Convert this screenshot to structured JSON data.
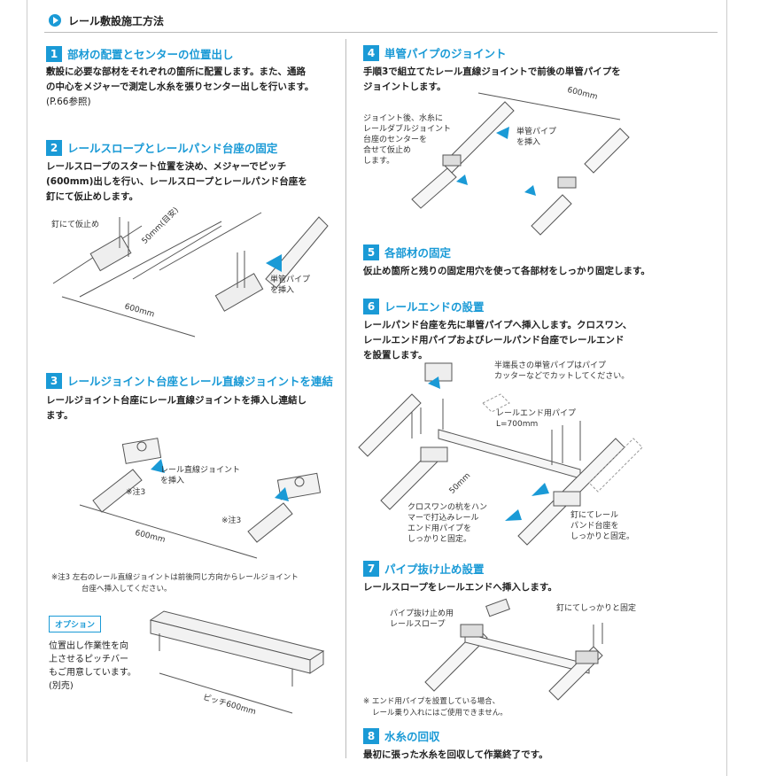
{
  "header": {
    "title": "レール敷設施工方法"
  },
  "steps": [
    {
      "num": "1",
      "title": "部材の配置とセンターの位置出し",
      "body": [
        "敷設に必要な部材をそれぞれの箇所に配置します。また、通路",
        "の中心をメジャーで測定し水糸を張りセンター出しを行います。",
        "(P.66参照)"
      ]
    },
    {
      "num": "2",
      "title": "レールスロープとレールパンド台座の固定",
      "body": [
        "レールスロープのスタート位置を決め、メジャーでピッチ",
        "(600mm)出しを行い、レールスロープとレールパンド台座を",
        "釘にて仮止めします。"
      ]
    },
    {
      "num": "3",
      "title": "レールジョイント台座とレール直線ジョイントを連結",
      "body": [
        "レールジョイント台座にレール直線ジョイントを挿入し連結し",
        "ます。"
      ]
    },
    {
      "num": "4",
      "title": "単管パイプのジョイント",
      "body": [
        "手順3で組立てたレール直線ジョイントで前後の単管パイプを",
        "ジョイントします。"
      ]
    },
    {
      "num": "5",
      "title": "各部材の固定",
      "body": [
        "仮止め箇所と残りの固定用穴を使って各部材をしっかり固定します。"
      ]
    },
    {
      "num": "6",
      "title": "レールエンドの設置",
      "body": [
        "レールパンド台座を先に単管パイプへ挿入します。クロスワン、",
        "レールエンド用パイプおよびレールパンド台座でレールエンド",
        "を設置します。"
      ]
    },
    {
      "num": "7",
      "title": "パイプ抜け止め設置",
      "body": [
        "レールスロープをレールエンドへ挿入します。"
      ]
    },
    {
      "num": "8",
      "title": "水糸の回収",
      "body": [
        "最初に張った水糸を回収して作業終了です。"
      ]
    }
  ],
  "fig2": {
    "nail": "釘にて仮止め",
    "dim_50": "50mm(目安)",
    "pipe": [
      "単管パイプ",
      "を挿入"
    ],
    "dim_600": "600mm"
  },
  "fig3": {
    "joint": [
      "レール直線ジョイント",
      "を挿入"
    ],
    "note_a": "※注3",
    "note_b": "※注3",
    "dim_600": "600mm",
    "footnote": [
      "※注3  左右のレール直線ジョイントは前後同じ方向からレールジョイント",
      "台座へ挿入してください。"
    ]
  },
  "option": {
    "badge": "オプション",
    "text": [
      "位置出し作業性を向",
      "上させるピッチバー",
      "もご用意しています。",
      "(別売)"
    ],
    "pitch": "ピッチ600mm"
  },
  "fig4": {
    "dim_600": "600mm",
    "left": [
      "ジョイント後、水糸に",
      "レールダブルジョイント",
      "台座のセンターを",
      "合せて仮止め",
      "します。"
    ],
    "pipe": [
      "単管パイプ",
      "を挿入"
    ]
  },
  "fig6": {
    "cut": [
      "半端長さの単管パイプはパイプ",
      "カッターなどでカットしてください。"
    ],
    "endpipe": [
      "レールエンド用パイプ",
      "L=700mm"
    ],
    "dim_50": "50mm",
    "cross": [
      "クロスワンの杭をハン",
      "マーで打込みレール",
      "エンド用パイプを",
      "しっかりと固定。"
    ],
    "nail": [
      "釘にてレール",
      "パンド台座を",
      "しっかりと固定。"
    ]
  },
  "fig7": {
    "slope": [
      "パイプ抜け止め用",
      "レールスロープ"
    ],
    "nail": "釘にてしっかりと固定",
    "note": [
      "※ エンド用パイプを設置している場合、",
      "レール乗り入れにはご使用できません。"
    ]
  },
  "colors": {
    "accent": "#1a9ad6"
  }
}
